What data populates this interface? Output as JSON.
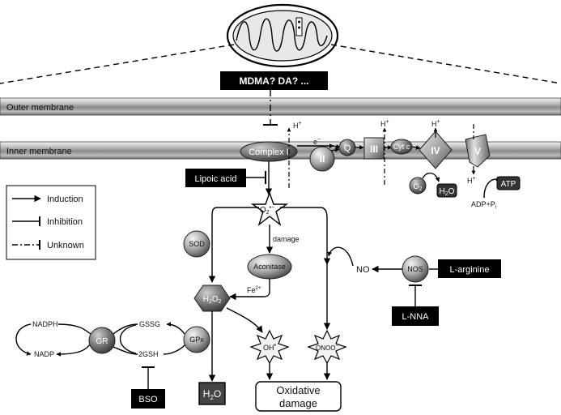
{
  "membranes": {
    "outer": "Outer membrane",
    "inner": "Inner membrane"
  },
  "top_label": "MDMA? DA? ...",
  "complexes": {
    "complex_i": "Complex I",
    "ii": "II",
    "q": "Q",
    "iii": "III",
    "cytc": "Cyt c",
    "iv": "IV",
    "v": "V"
  },
  "electron": {
    "e": "e",
    "minus": "−"
  },
  "proton": {
    "h": "H",
    "plus": "+"
  },
  "products": {
    "atp": "ATP",
    "adp": "ADP+P",
    "adp_sub": "i",
    "o2": "O",
    "o2_sub": "2",
    "h2o": "H",
    "h2o_sub": "2",
    "h2o_o": "O"
  },
  "lipoic_acid": "Lipoic acid",
  "superoxide": {
    "o": "O",
    "sub": "2",
    "sup": "•−"
  },
  "legend": {
    "induction": "Induction",
    "inhibition": "Inhibition",
    "unknown": "Unknown"
  },
  "nodes": {
    "sod": "SOD",
    "damage": "damage",
    "aconitase": "Aconitase",
    "fe": "Fe",
    "fe_sup": "2+",
    "h2o2_h": "H",
    "h2o2_sub": "2",
    "h2o2_o": "O",
    "h2o2_sub2": "2",
    "nos": "NOS",
    "no": "NO",
    "l_arginine": "L-arginine",
    "l_nna": "L-NNA",
    "nadph": "NADPH",
    "nadp": "NADP",
    "gr": "GR",
    "gssg": "GSSG",
    "gsh": "2GSH",
    "gpx": "GPx",
    "bso": "BSO",
    "oh": "OH",
    "oh_sup": "•",
    "onoo": "ONOO",
    "onoo_sup": "−",
    "h2o_bottom_h": "H",
    "h2o_bottom_sub": "2",
    "h2o_bottom_o": "O",
    "oxidative_1": "Oxidative",
    "oxidative_2": "damage"
  }
}
